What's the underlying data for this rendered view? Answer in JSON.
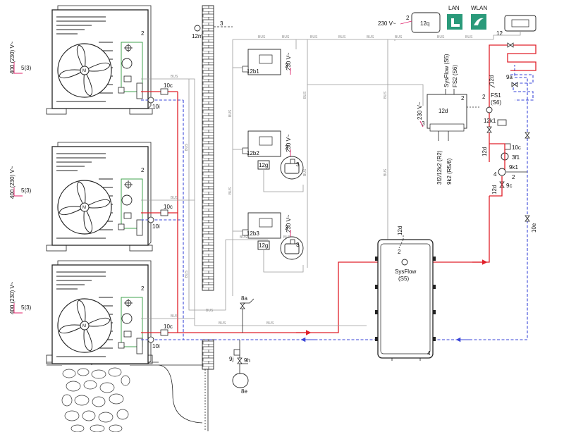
{
  "heat_pumps": [
    {
      "id": "hp-1",
      "power_label": "400 (230) V~",
      "circuit_label": "5(3)",
      "number": "2",
      "label_10c": "10c",
      "label_10i": "10i",
      "motor": "M"
    },
    {
      "id": "hp-2",
      "power_label": "400 (230) V~",
      "circuit_label": "5(3)",
      "number": "2",
      "label_10c": "10c",
      "label_10i": "10i",
      "motor": "M"
    },
    {
      "id": "hp-3",
      "power_label": "400 (230) V~",
      "circuit_label": "5(3)",
      "number": "2",
      "label_10c": "10c",
      "label_10i": "10i",
      "motor": "M"
    }
  ],
  "bus_text": "BUS",
  "wall_sensor": {
    "label": "12m",
    "number": "3"
  },
  "controllers": [
    {
      "id": "12b1",
      "label": "12b1",
      "power": "230 V~",
      "number": "3"
    },
    {
      "id": "12b2",
      "label": "12b2",
      "power": "230 V~",
      "number": "3"
    },
    {
      "id": "12b3",
      "label": "12b3",
      "power": "230 V~",
      "number": "3"
    }
  ],
  "bus_modules": [
    "12g",
    "12g"
  ],
  "valve_8a": "8a",
  "expansion": {
    "label_9j": "9j",
    "label_9h": "9h",
    "label_8e": "8e"
  },
  "top_modules": {
    "power_12q": "230 V~",
    "num_12q": "2",
    "label_12q": "12q",
    "lan": "LAN",
    "wlan": "WLAN",
    "label_12": "12"
  },
  "module_12d": {
    "label": "12d",
    "power": "230 V~",
    "num": "3",
    "num2": "2",
    "sysflow": "SysFlow (S5)",
    "fs2": "FS2 (S6)",
    "bottom_left": "3f2/12k2 (R2)",
    "bottom_right": "9k2 (R5/6)"
  },
  "hydraulics": {
    "sensor_12d": "12d",
    "fs1": "FS1",
    "s6": "(S6)",
    "num2": "2",
    "label_12k1": "12k1",
    "label_10c": "10c",
    "label_3f1": "3f1",
    "label_9k1": "9k1",
    "label_9c": "9c",
    "label_10e": "10e",
    "label_9a": "9a",
    "num4": "4",
    "sensor_12d_b": "12d",
    "sensor_12d_c": "12d"
  },
  "storage": {
    "label": "SysFlow",
    "sublabel": "(S5)",
    "sensor": "12d",
    "num": "2",
    "number": "4"
  },
  "colors": {
    "supply": "#e0202a",
    "return": "#3a46d8",
    "bus": "#9a9a9a",
    "cooling_circuit": "#2e9a3c",
    "lan_badge": "#2a9a7a",
    "power_arrow": "#e0206a"
  }
}
